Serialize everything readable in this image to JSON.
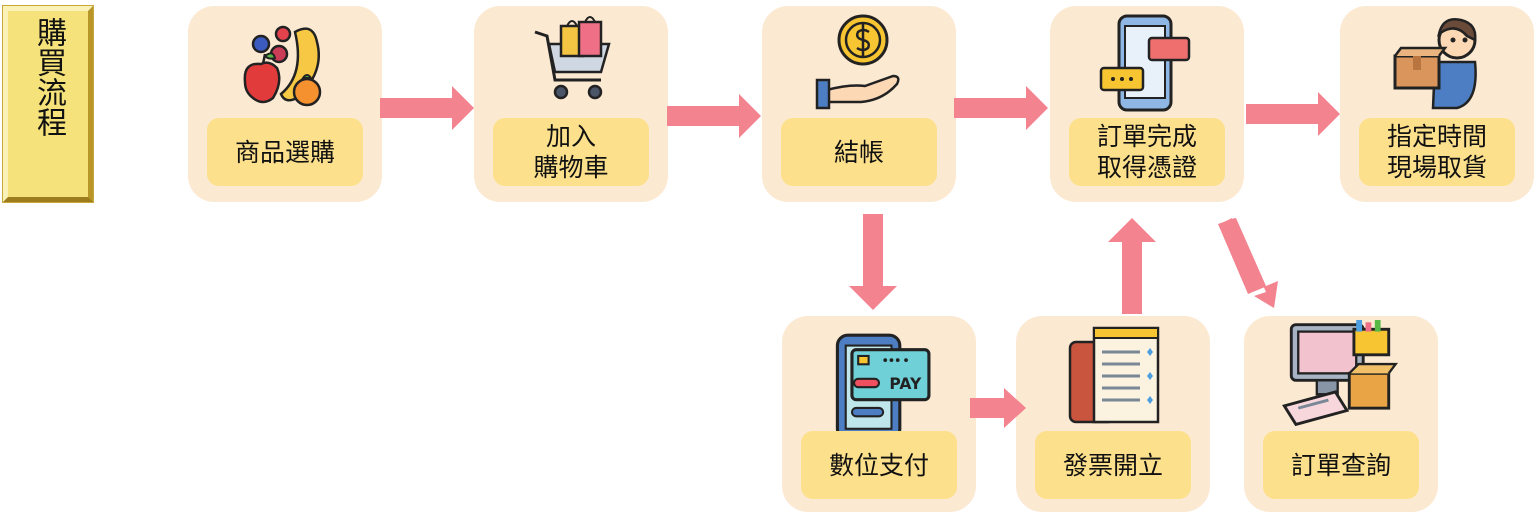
{
  "title": "購買流程",
  "steps": {
    "browse": "商品選購",
    "add_to_cart": "加入\n購物車",
    "checkout": "結帳",
    "order_complete": "訂單完成\n取得憑證",
    "pickup": "指定時間\n現場取貨",
    "digital_payment": "數位支付",
    "invoice": "發票開立",
    "order_query": "訂單查詢"
  },
  "colors": {
    "arrow": "#f2838f",
    "card": "#fce9d2",
    "label": "#fde08c",
    "plaque": "#f6e27a"
  },
  "icons": {
    "browse": "fruit-icon",
    "add_to_cart": "shopping-cart-icon",
    "checkout": "coin-hand-icon",
    "order_complete": "phone-chat-icon",
    "pickup": "delivery-person-icon",
    "digital_payment": "phone-card-pay-icon",
    "invoice": "receipt-icon",
    "order_query": "computer-parcel-icon"
  },
  "icon_text": {
    "pay": "PAY"
  }
}
